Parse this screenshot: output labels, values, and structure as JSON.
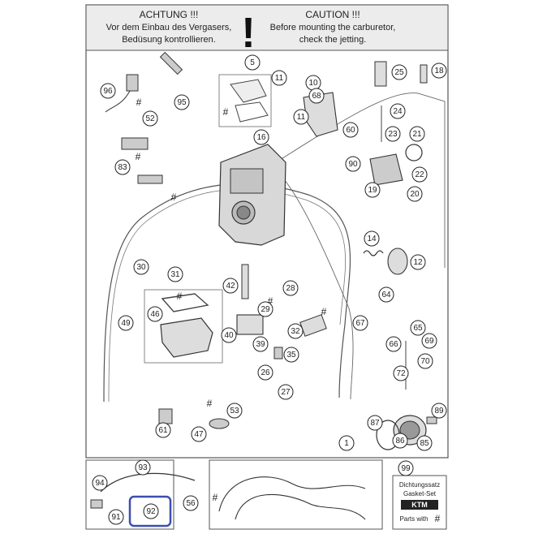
{
  "warning": {
    "de_title": "ACHTUNG !!!",
    "de_line1": "Vor dem Einbau des Vergasers,",
    "de_line2": "Bedüsung kontrollieren.",
    "en_title": "CAUTION !!!",
    "en_line1": "Before mounting the carburetor,",
    "en_line2": "check the jetting.",
    "mark": "!"
  },
  "kit_box": {
    "number": "99",
    "label_de": "Dichtungssatz",
    "label_en": "Gasket-Set",
    "brand": "KTM",
    "footer": "Parts with",
    "symbol": "#"
  },
  "hash_symbol": "#",
  "callouts": [
    "5",
    "11",
    "10",
    "96",
    "95",
    "25",
    "18",
    "24",
    "68",
    "52",
    "11",
    "60",
    "23",
    "21",
    "16",
    "22",
    "90",
    "83",
    "19",
    "20",
    "14",
    "12",
    "30",
    "31",
    "42",
    "28",
    "64",
    "29",
    "67",
    "49",
    "46",
    "65",
    "32",
    "69",
    "40",
    "66",
    "39",
    "35",
    "70",
    "72",
    "26",
    "27",
    "53",
    "89",
    "61",
    "47",
    "87",
    "1",
    "86",
    "85",
    "93",
    "94",
    "91",
    "92",
    "56",
    "99"
  ],
  "highlight": {
    "callout": "92",
    "color": "#3b4fb0"
  }
}
